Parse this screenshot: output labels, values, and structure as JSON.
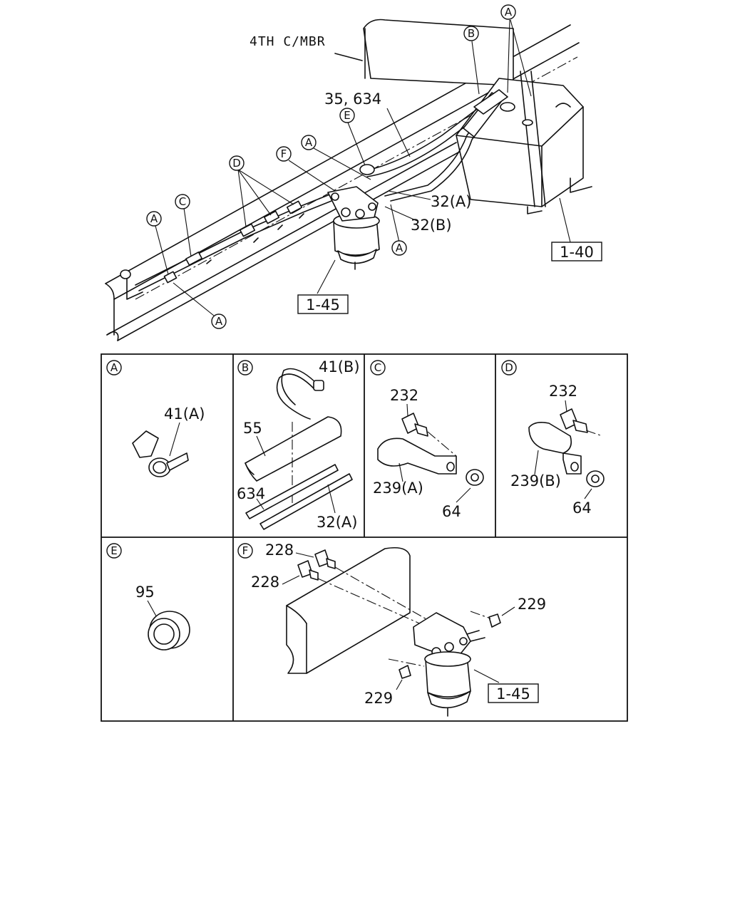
{
  "top": {
    "member_label": "4TH C/MBR",
    "callouts": {
      "a": "A",
      "b": "B",
      "c": "C",
      "d": "D",
      "e": "E",
      "f": "F"
    },
    "labels": {
      "l35_634": "35, 634",
      "l32a": "32(A)",
      "l32b": "32(B)",
      "ref_tank": "1-40",
      "ref_filter": "1-45"
    }
  },
  "panels": {
    "a": {
      "letter": "A",
      "p41a": "41(A)"
    },
    "b": {
      "letter": "B",
      "p41b": "41(B)",
      "p55": "55",
      "p634": "634",
      "p32a": "32(A)"
    },
    "c": {
      "letter": "C",
      "p232": "232",
      "p239a": "239(A)",
      "p64": "64"
    },
    "d": {
      "letter": "D",
      "p232": "232",
      "p239b": "239(B)",
      "p64": "64"
    },
    "e": {
      "letter": "E",
      "p95": "95"
    },
    "f": {
      "letter": "F",
      "p228a": "228",
      "p228b": "228",
      "p229a": "229",
      "p229b": "229",
      "ref_filter": "1-45"
    }
  }
}
